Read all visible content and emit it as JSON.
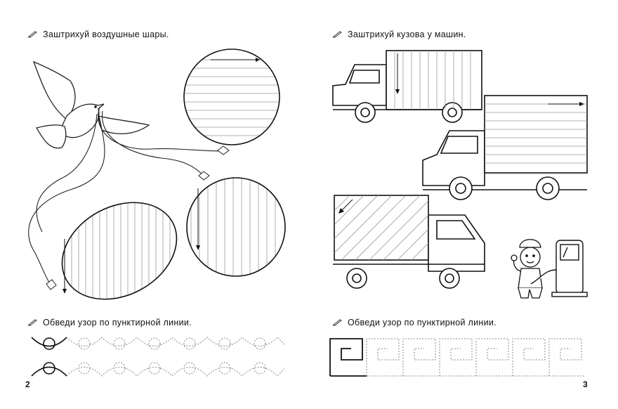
{
  "left_page": {
    "instruction_top": "Заштрихуй воздушные шары.",
    "instruction_bottom": "Обведи узор по пунктирной линии.",
    "page_number": "2"
  },
  "right_page": {
    "instruction_top": "Заштрихуй кузова у машин.",
    "instruction_bottom": "Обведи узор по пунктирной линии.",
    "page_number": "3"
  },
  "icons": {
    "instruction_marker": "pencil-icon"
  },
  "colors": {
    "ink": "#111111",
    "guide": "#9a9a9a"
  }
}
